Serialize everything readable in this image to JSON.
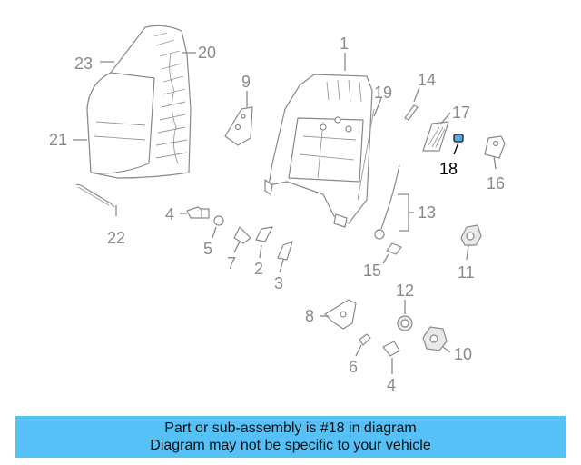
{
  "diagram": {
    "highlight_part": "18",
    "labels": [
      {
        "key": "l1",
        "text": "1"
      },
      {
        "key": "l2",
        "text": "2"
      },
      {
        "key": "l3",
        "text": "3"
      },
      {
        "key": "l4a",
        "text": "4"
      },
      {
        "key": "l4b",
        "text": "4"
      },
      {
        "key": "l5",
        "text": "5"
      },
      {
        "key": "l6",
        "text": "6"
      },
      {
        "key": "l7",
        "text": "7"
      },
      {
        "key": "l8",
        "text": "8"
      },
      {
        "key": "l9",
        "text": "9"
      },
      {
        "key": "l10",
        "text": "10"
      },
      {
        "key": "l11",
        "text": "11"
      },
      {
        "key": "l12",
        "text": "12"
      },
      {
        "key": "l13",
        "text": "13"
      },
      {
        "key": "l14",
        "text": "14"
      },
      {
        "key": "l15",
        "text": "15"
      },
      {
        "key": "l16",
        "text": "16"
      },
      {
        "key": "l17",
        "text": "17"
      },
      {
        "key": "l18",
        "text": "18"
      },
      {
        "key": "l19",
        "text": "19"
      },
      {
        "key": "l20",
        "text": "20"
      },
      {
        "key": "l21",
        "text": "21"
      },
      {
        "key": "l22",
        "text": "22"
      },
      {
        "key": "l23",
        "text": "23"
      }
    ]
  },
  "banner": {
    "line1": "Part or sub-assembly is #18 in diagram",
    "line2": "Diagram may not be specific to your vehicle",
    "color": "#55c1f7"
  }
}
